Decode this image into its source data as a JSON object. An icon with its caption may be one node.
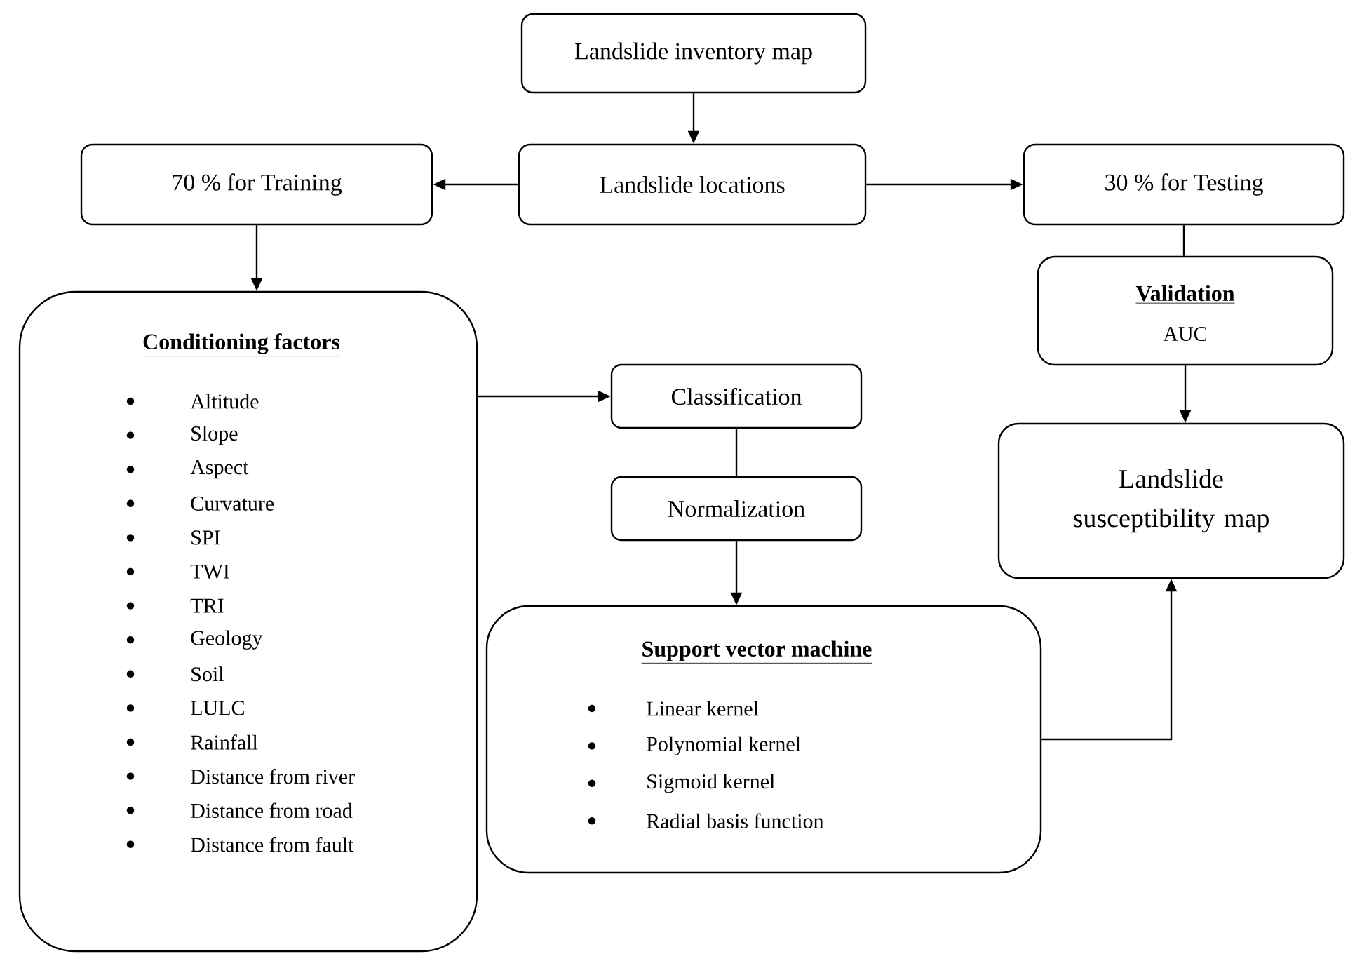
{
  "diagram": {
    "nodes": [
      {
        "text": [
          "Landslide inventory map"
        ]
      },
      {
        "text": [
          "70 % for Training"
        ]
      },
      {
        "text": [
          "Landslide locations"
        ]
      },
      {
        "text": [
          "30 % for Testing"
        ]
      },
      {
        "text": [
          "Conditioning factors",
          "Altitude",
          "Slope",
          "Aspect",
          "Curvature",
          "SPI",
          "TWI",
          "TRI",
          "Geology",
          "Soil",
          "LULC",
          "Rainfall",
          "Distance from river",
          "Distance from road",
          "Distance from fault"
        ]
      },
      {
        "text": [
          "Validation",
          "AUC"
        ]
      },
      {
        "text": [
          "Classification"
        ]
      },
      {
        "text": [
          "Normalization"
        ]
      },
      {
        "text": [
          "Landslide susceptibility map"
        ]
      },
      {
        "text": [
          "Support vector machine",
          "Linear kernel",
          "Polynomial kernel",
          "Sigmoid kernel",
          "Radial basis function"
        ]
      }
    ],
    "edges": [
      {
        "from": 0,
        "to": 2,
        "arrow": "to"
      },
      {
        "from": 2,
        "to": 1,
        "arrow": "to"
      },
      {
        "from": 2,
        "to": 3,
        "arrow": "to"
      },
      {
        "from": 1,
        "to": 4,
        "arrow": "to"
      },
      {
        "from": 3,
        "to": 5,
        "arrow": "none"
      },
      {
        "from": 4,
        "to": 6,
        "arrow": "to"
      },
      {
        "from": 6,
        "to": 7,
        "arrow": "none"
      },
      {
        "from": 7,
        "to": 9,
        "arrow": "to"
      },
      {
        "from": 5,
        "to": 8,
        "arrow": "to"
      },
      {
        "from": 9,
        "to": 8,
        "arrow": "to"
      }
    ]
  }
}
